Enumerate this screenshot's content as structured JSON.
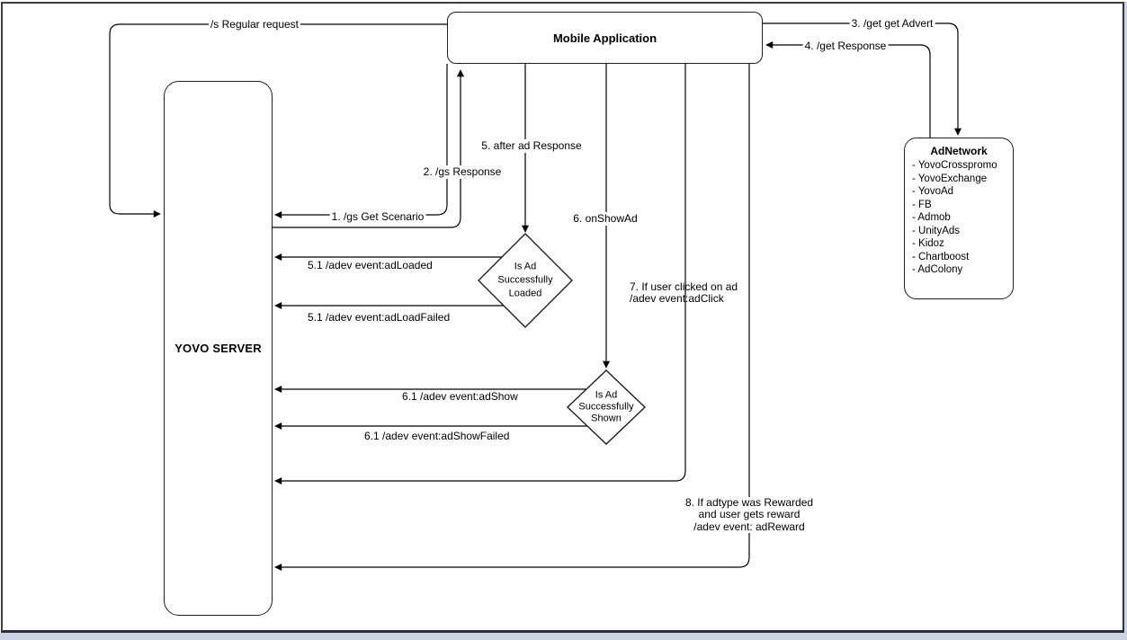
{
  "boxes": {
    "yovo_server": {
      "label": "YOVO SERVER"
    },
    "mobile_application": {
      "label": "Mobile Application"
    },
    "adnetwork": {
      "title": "AdNetwork",
      "items": [
        "- YovoCrosspromo",
        "- YovoExchange",
        "- YovoAd",
        "- FB",
        "- Admob",
        "- UnityAds",
        "- Kidoz",
        "- Chartboost",
        "- AdColony"
      ]
    }
  },
  "decisions": {
    "ad_loaded": {
      "lines": [
        "Is Ad",
        "Successfully",
        "Loaded"
      ]
    },
    "ad_shown": {
      "lines": [
        "Is Ad",
        "Successfully",
        "Shown"
      ]
    }
  },
  "edges": {
    "regular_request": "/s Regular request",
    "get_scenario": "1. /gs Get Scenario",
    "gs_response": "2. /gs Response",
    "get_advert": "3. /get get Advert",
    "get_response": "4. /get Response",
    "after_ad_response": "5. after ad Response",
    "ad_loaded": "5.1 /adev event:adLoaded",
    "ad_load_failed": "5.1 /adev event:adLoadFailed",
    "on_show_ad": "6. onShowAd",
    "ad_show": "6.1 /adev event:adShow",
    "ad_show_failed": "6.1 /adev event:adShowFailed",
    "ad_click": {
      "lines": [
        "7. If user clicked on ad",
        "/adev event:adClick"
      ]
    },
    "ad_reward": {
      "lines": [
        "8. If adtype was Rewarded",
        "and user gets reward",
        "/adev event: adReward"
      ]
    }
  },
  "colors": {
    "stroke": "#000000",
    "node_fill": "#ffffff",
    "frame_border": "#3f3f3f",
    "frame_bottom": "#262c41",
    "outer_strip": "#cdd2e4"
  }
}
